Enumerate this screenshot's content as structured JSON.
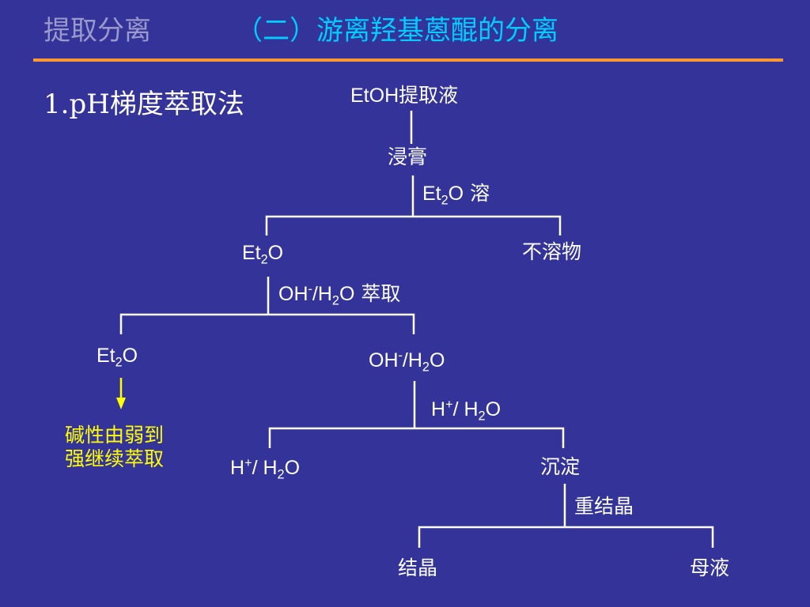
{
  "slide": {
    "title": "提取分离",
    "subtitle": "（二）游离羟基蒽醌的分离",
    "method": "1.pH梯度萃取法",
    "colors": {
      "background": "#333399",
      "title": "#9999cc",
      "subtitle": "#00ccff",
      "rule": "#ff9933",
      "text": "#ffffff",
      "note": "#ffff00"
    }
  },
  "flow": {
    "start_a": "EtOH",
    "start_b": "提取液",
    "extract": "浸膏",
    "step1": {
      "a": "Et",
      "sub": "2",
      "b": "O",
      "c": " 溶"
    },
    "left1": {
      "a": "Et",
      "sub": "2",
      "b": "O"
    },
    "right1": "不溶物",
    "step2": {
      "a": "OH",
      "sup": "-",
      "b": "/H",
      "sub": "2",
      "c": "O",
      "d": " 萃取"
    },
    "left2": {
      "a": "Et",
      "sub": "2",
      "b": "O"
    },
    "right2": {
      "a": "OH",
      "sup": "-",
      "b": "/H",
      "sub": "2",
      "c": "O"
    },
    "note_line1": "碱性由弱到",
    "note_line2": "强继续萃取",
    "step3": {
      "a": "H",
      "sup": "+",
      "b": "/ H",
      "sub": "2",
      "c": "O"
    },
    "left3": {
      "a": "H",
      "sup": "+",
      "b": "/ H",
      "sub": "2",
      "c": "O"
    },
    "right3": "沉淀",
    "step4": "重结晶",
    "left4": "结晶",
    "right4": "母液"
  }
}
